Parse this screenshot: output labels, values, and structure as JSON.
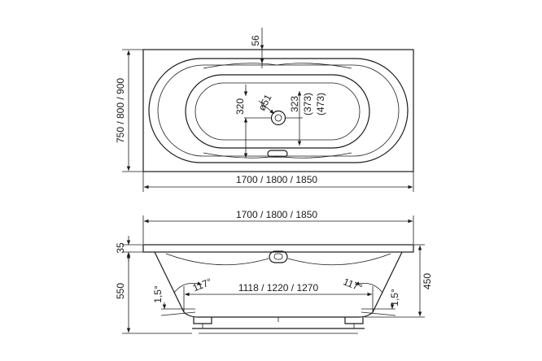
{
  "top_view": {
    "overall_length_label": "1700 / 1800 / 1850",
    "overall_width_label": "750 / 800 / 900",
    "overflow_offset_label": "56",
    "drain_diameter_label": "ø51",
    "drain_offset_label": "320",
    "drain_depth_label": "323",
    "drain_depth_alt1_label": "(373)",
    "drain_depth_alt2_label": "(473)"
  },
  "side_view": {
    "overall_length_label": "1700 / 1800 / 1850",
    "rim_thickness_label": "35",
    "total_height_label": "550",
    "inner_height_label": "450",
    "bottom_length_label": "1118 / 1220 / 1270",
    "left_wall_angle_label": "117°",
    "right_wall_angle_label": "117°",
    "left_slope_label": "1,5°",
    "right_slope_label": "1,5°"
  }
}
